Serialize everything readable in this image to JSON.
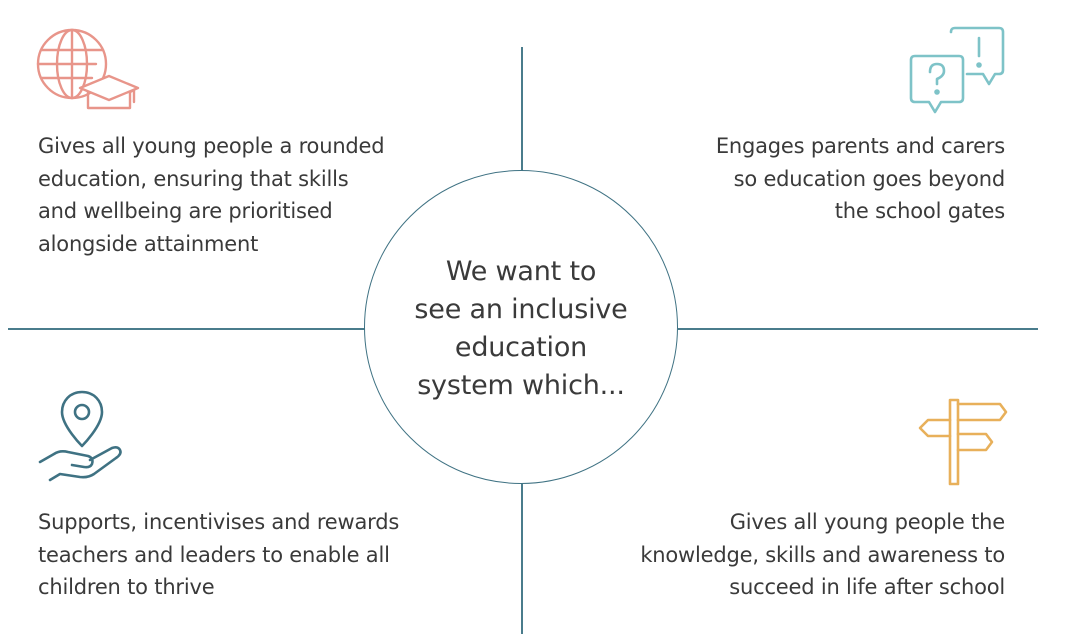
{
  "center": {
    "lines": [
      "We want to",
      "see an inclusive",
      "education",
      "system which..."
    ]
  },
  "quadrants": {
    "top_left": {
      "icon": "globe-graduation-cap-icon",
      "color": "#e8958a",
      "lines": [
        "Gives all young people a rounded",
        "education, ensuring that skills",
        "and wellbeing are prioritised",
        "alongside attainment"
      ]
    },
    "top_right": {
      "icon": "question-exclamation-speech-bubbles-icon",
      "color": "#7ec3c8",
      "lines": [
        "Engages parents and carers",
        "so education goes beyond",
        "the school gates"
      ]
    },
    "bottom_left": {
      "icon": "hand-location-pin-icon",
      "color": "#3f7283",
      "lines": [
        "Supports, incentivises and rewards",
        "teachers and leaders to enable all",
        "children to thrive"
      ]
    },
    "bottom_right": {
      "icon": "signpost-icon",
      "color": "#e8b05a",
      "lines": [
        "Gives all young people the",
        "knowledge, skills and awareness to",
        "succeed in life after school"
      ]
    }
  },
  "colors": {
    "divider": "#4a7c8c",
    "circle_border": "#3f7283",
    "text": "#3a3a3a"
  }
}
